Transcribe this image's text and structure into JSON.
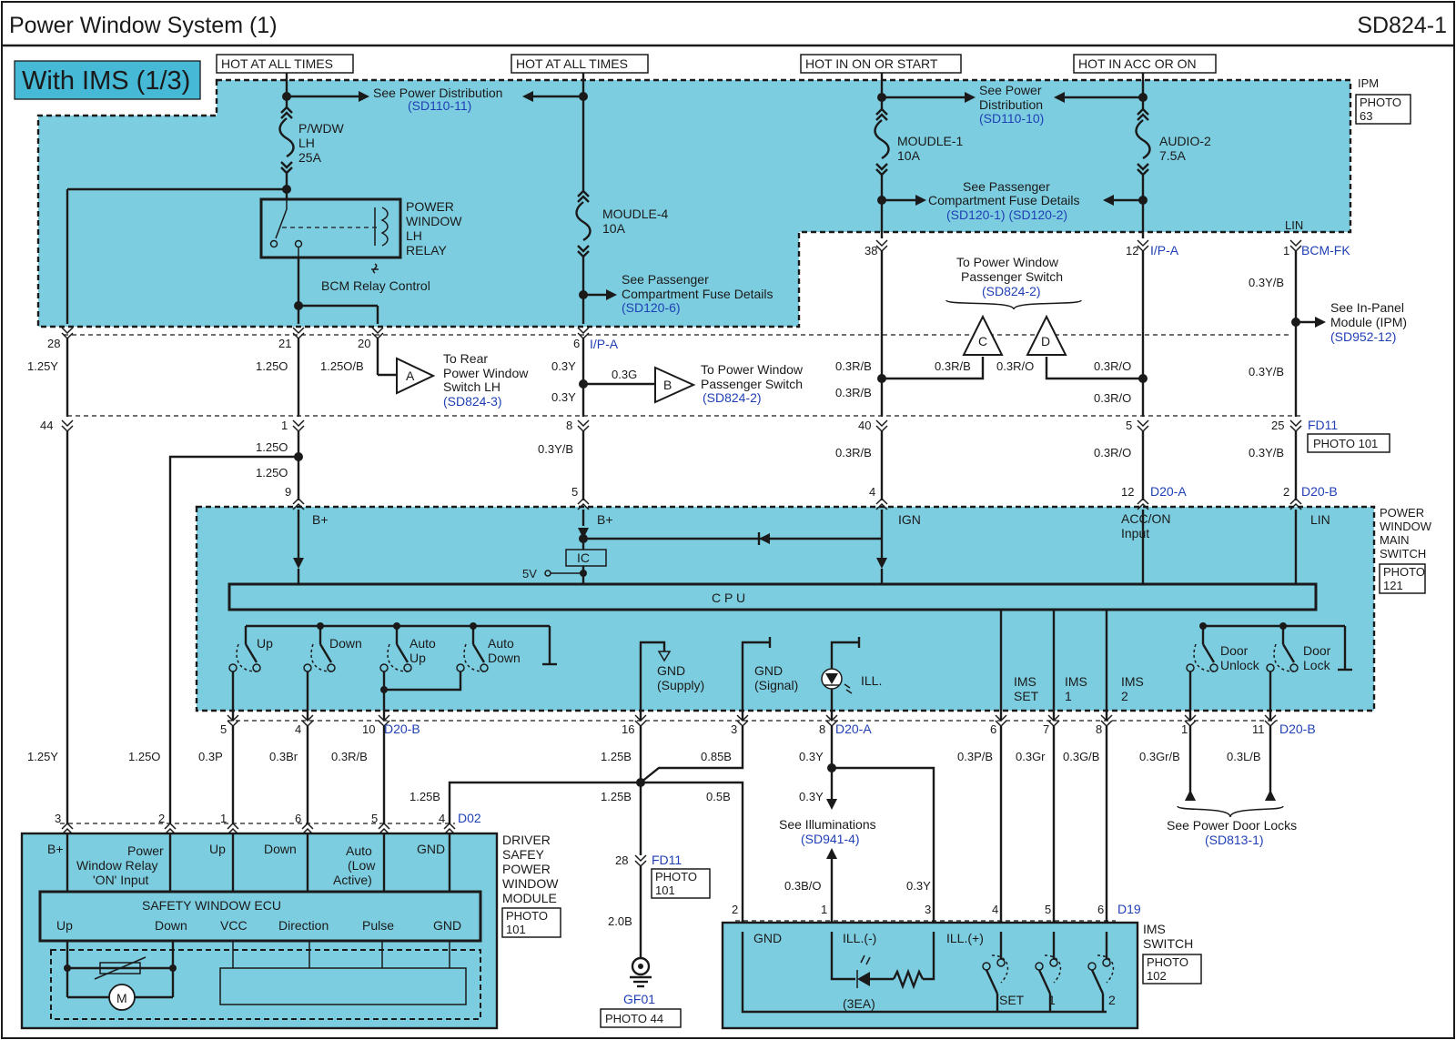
{
  "header": {
    "title": "Power Window System (1)",
    "code": "SD824-1"
  },
  "section_tag": "With IMS (1/3)",
  "colors": {
    "module_fill": "#7dcde0",
    "wire": "#1a1a1a",
    "link_text": "#1f3fb5",
    "background": "#ffffff"
  },
  "icons": [
    "relay-coil-icon",
    "fuse-icon",
    "connector-icon",
    "switch-icon",
    "led-icon",
    "ground-icon",
    "motor-icon",
    "resistor-icon",
    "diode-icon",
    "arrow-icon"
  ],
  "power": {
    "hot1": "HOT AT ALL TIMES",
    "hot2": "HOT AT ALL TIMES",
    "hot3": "HOT IN ON OR START",
    "hot4": "HOT IN ACC OR ON"
  },
  "ipm": {
    "name": "IPM",
    "photo": [
      "PHOTO",
      "63"
    ]
  },
  "fuses": {
    "f1": [
      "P/WDW",
      "LH",
      "25A"
    ],
    "f2": [
      "MOUDLE-4",
      "10A"
    ],
    "f3": [
      "MOUDLE-1",
      "10A"
    ],
    "f4": [
      "AUDIO-2",
      "7.5A"
    ]
  },
  "relay": {
    "label": [
      "POWER",
      "WINDOW",
      "LH",
      "RELAY"
    ],
    "control": "BCM Relay Control"
  },
  "refs": {
    "pd1": {
      "text": [
        "See Power Distribution"
      ],
      "link": "(SD110-11)"
    },
    "pd2": {
      "text": [
        "See Power",
        "Distribution"
      ],
      "link": "(SD110-10)"
    },
    "pcf1": {
      "text": [
        "See Passenger",
        "Compartment Fuse Details"
      ],
      "link": "(SD120-6)"
    },
    "pcf2": {
      "text": [
        "See Passenger",
        "Compartment Fuse Details"
      ],
      "link": "(SD120-1) (SD120-2)"
    },
    "rear": {
      "text": [
        "To Rear",
        "Power Window",
        "Switch LH"
      ],
      "link": "(SD824-3)"
    },
    "pass1": {
      "text": [
        "To Power Window",
        "Passenger Switch"
      ],
      "link": "(SD824-2)"
    },
    "pass2": {
      "text": [
        "To Power Window",
        "Passenger Switch"
      ],
      "link": "(SD824-2)"
    },
    "inpanel": {
      "text": [
        "See In-Panel",
        "Module (IPM)"
      ],
      "link": "(SD952-12)"
    },
    "illum": {
      "text": [
        "See Illuminations"
      ],
      "link": "(SD941-4)"
    },
    "doorlocks": {
      "text": [
        "See Power Door Locks"
      ],
      "link": "(SD813-1)"
    }
  },
  "offpage": [
    "A",
    "B",
    "C",
    "D"
  ],
  "connectors": {
    "ipa": "I/P-A",
    "ipa2": "I/P-A",
    "bcmfk": "BCM-FK",
    "lin": "LIN",
    "fd11": "FD11",
    "d20a": "D20-A",
    "d20b": "D20-B",
    "d20a2": "D20-A",
    "d20b2": "D20-B",
    "d20b3": "D20-B",
    "d02": "D02",
    "d19": "D19",
    "fd11b": "FD11",
    "gf01": "GF01"
  },
  "photos": {
    "p101a": "PHOTO 101",
    "p121": [
      "PHOTO",
      "121"
    ],
    "p101b": [
      "PHOTO",
      "101"
    ],
    "p101c": [
      "PHOTO",
      "101"
    ],
    "p102": [
      "PHOTO",
      "102"
    ],
    "p44": "PHOTO 44"
  },
  "pins": {
    "p28": "28",
    "p21": "21",
    "p20": "20",
    "p6": "6",
    "p38": "38",
    "p12": "12",
    "p1": "1",
    "p44": "44",
    "pd1": "1",
    "p8": "8",
    "p40": "40",
    "p5": "5",
    "p25": "25",
    "p9": "9",
    "p5b": "5",
    "p4": "4",
    "p12b": "12",
    "p2": "2",
    "s5": "5",
    "s4": "4",
    "s10": "10",
    "s16": "16",
    "s3": "3",
    "s8": "8",
    "s6": "6",
    "s7": "7",
    "s8b": "8",
    "s1": "1",
    "s11": "11",
    "d3": "3",
    "d2": "2",
    "d1": "1",
    "d6": "6",
    "d5": "5",
    "d4": "4",
    "i2": "2",
    "i1": "1",
    "i3": "3",
    "i4": "4",
    "i5": "5",
    "i6": "6",
    "g28": "28"
  },
  "wires": {
    "w125y": "1.25Y",
    "w125o": "1.25O",
    "w125ob": "1.25O/B",
    "w03y_a": "0.3Y",
    "w03y_b": "0.3Y",
    "w03g": "0.3G",
    "w03rb_a": "0.3R/B",
    "w03rb_b": "0.3R/B",
    "w03rb_c": "0.3R/B",
    "w03rb_mid": "0.3R/B",
    "w03ro_mid": "0.3R/O",
    "w03ro_a": "0.3R/O",
    "w03ro_b": "0.3R/O",
    "w03ro_c": "0.3R/O",
    "w03yb_a": "0.3Y/B",
    "w03yb_b": "0.3Y/B",
    "w03yb_c": "0.3Y/B",
    "w03yb_d": "0.3Y/B",
    "w125o_b": "1.25O",
    "w125o_c": "1.25O",
    "l125y": "1.25Y",
    "l125o": "1.25O",
    "l03p": "0.3P",
    "l03br": "0.3Br",
    "l03rb": "0.3R/B",
    "l125b": "1.25B",
    "l085b": "0.85B",
    "l03y": "0.3Y",
    "l03pb": "0.3P/B",
    "l03gr": "0.3Gr",
    "l03gb": "0.3G/B",
    "l03grb": "0.3Gr/B",
    "l03lb": "0.3L/B",
    "l125b_2": "1.25B",
    "l125b_3": "1.25B",
    "l05b": "0.5B",
    "l03y_b": "0.3Y",
    "l03bo": "0.3B/O",
    "l03y_c": "0.3Y",
    "l20b": "2.0B"
  },
  "main_switch": {
    "label": [
      "POWER",
      "WINDOW",
      "MAIN",
      "SWITCH"
    ],
    "bplus1": "B+",
    "bplus2": "B+",
    "ign": "IGN",
    "acc": [
      "ACC/ON",
      "Input"
    ],
    "lin": "LIN",
    "ic": "IC",
    "v5": "5V",
    "cpu": "C P U",
    "sw_up": "Up",
    "sw_down": "Down",
    "sw_autoup": [
      "Auto",
      "Up"
    ],
    "sw_autodown": [
      "Auto",
      "Down"
    ],
    "gnd_supply": [
      "GND",
      "(Supply)"
    ],
    "gnd_signal": [
      "GND",
      "(Signal)"
    ],
    "ill": "ILL.",
    "ims_set": [
      "IMS",
      "SET"
    ],
    "ims1": [
      "IMS",
      "1"
    ],
    "ims2": [
      "IMS",
      "2"
    ],
    "door_unlock": [
      "Door",
      "Unlock"
    ],
    "door_lock": [
      "Door",
      "Lock"
    ]
  },
  "safety_module": {
    "label": [
      "DRIVER",
      "SAFEY",
      "POWER",
      "WINDOW",
      "MODULE"
    ],
    "bplus": "B+",
    "relay_in": [
      "Power",
      "Window Relay",
      "'ON' Input"
    ],
    "up": "Up",
    "down": "Down",
    "auto": [
      "Auto",
      "(Low",
      "Active)"
    ],
    "gnd": "GND",
    "ecu": "SAFETY WINDOW ECU",
    "ecu_pins": [
      "Up",
      "Down",
      "VCC",
      "Direction",
      "Pulse",
      "GND"
    ],
    "motor": "M"
  },
  "ims_switch": {
    "label": [
      "IMS",
      "SWITCH"
    ],
    "gnd": "GND",
    "ill_minus": "ILL.(-)",
    "ill_plus": "ILL.(+)",
    "qty": "(3EA)",
    "set": "SET",
    "one": "1",
    "two": "2"
  }
}
